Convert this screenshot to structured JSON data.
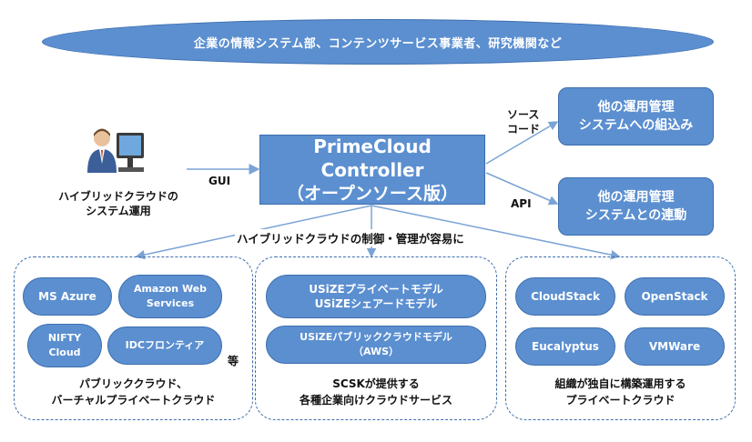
{
  "top_banner": "企業の情報システム部、コンテンツサービス事業者、研究機関など",
  "controller": {
    "line1": "PrimeCloud Controller",
    "line2": "（オープンソース版）"
  },
  "user": {
    "caption_line1": "ハイブリッドクラウドの",
    "caption_line2": "システム運用"
  },
  "gui_label": "GUI",
  "source_code_label_line1": "ソース",
  "source_code_label_line2": "コード",
  "api_label": "API",
  "side_boxes": [
    {
      "line1": "他の運用管理",
      "line2": "システムへの組込み"
    },
    {
      "line1": "他の運用管理",
      "line2": "システムとの連動"
    }
  ],
  "control_caption": "ハイブリッドクラウドの制御・管理が容易に",
  "groups": [
    {
      "items": [
        "MS Azure",
        "Amazon Web Services",
        "NIFTY Cloud",
        "IDCフロンティア"
      ],
      "extra": "等",
      "caption_line1": "パブリッククラウド、",
      "caption_line2": "バーチャルプライベートクラウド"
    },
    {
      "items": [
        "USiZEプライベートモデル",
        "USiZEシェアードモデル",
        "USiZEパブリッククラウドモデル",
        "（AWS）"
      ],
      "caption_line1": "SCSKが提供する",
      "caption_line2": "各種企業向けクラウドサービス"
    },
    {
      "items": [
        "CloudStack",
        "OpenStack",
        "Eucalyptus",
        "VMWare"
      ],
      "caption_line1": "組織が独自に構築運用する",
      "caption_line2": "プライベートクラウド"
    }
  ],
  "colors": {
    "box_fill": "#5b8fd0",
    "box_border": "#3d6eae",
    "connector": "#7aa3d6"
  }
}
